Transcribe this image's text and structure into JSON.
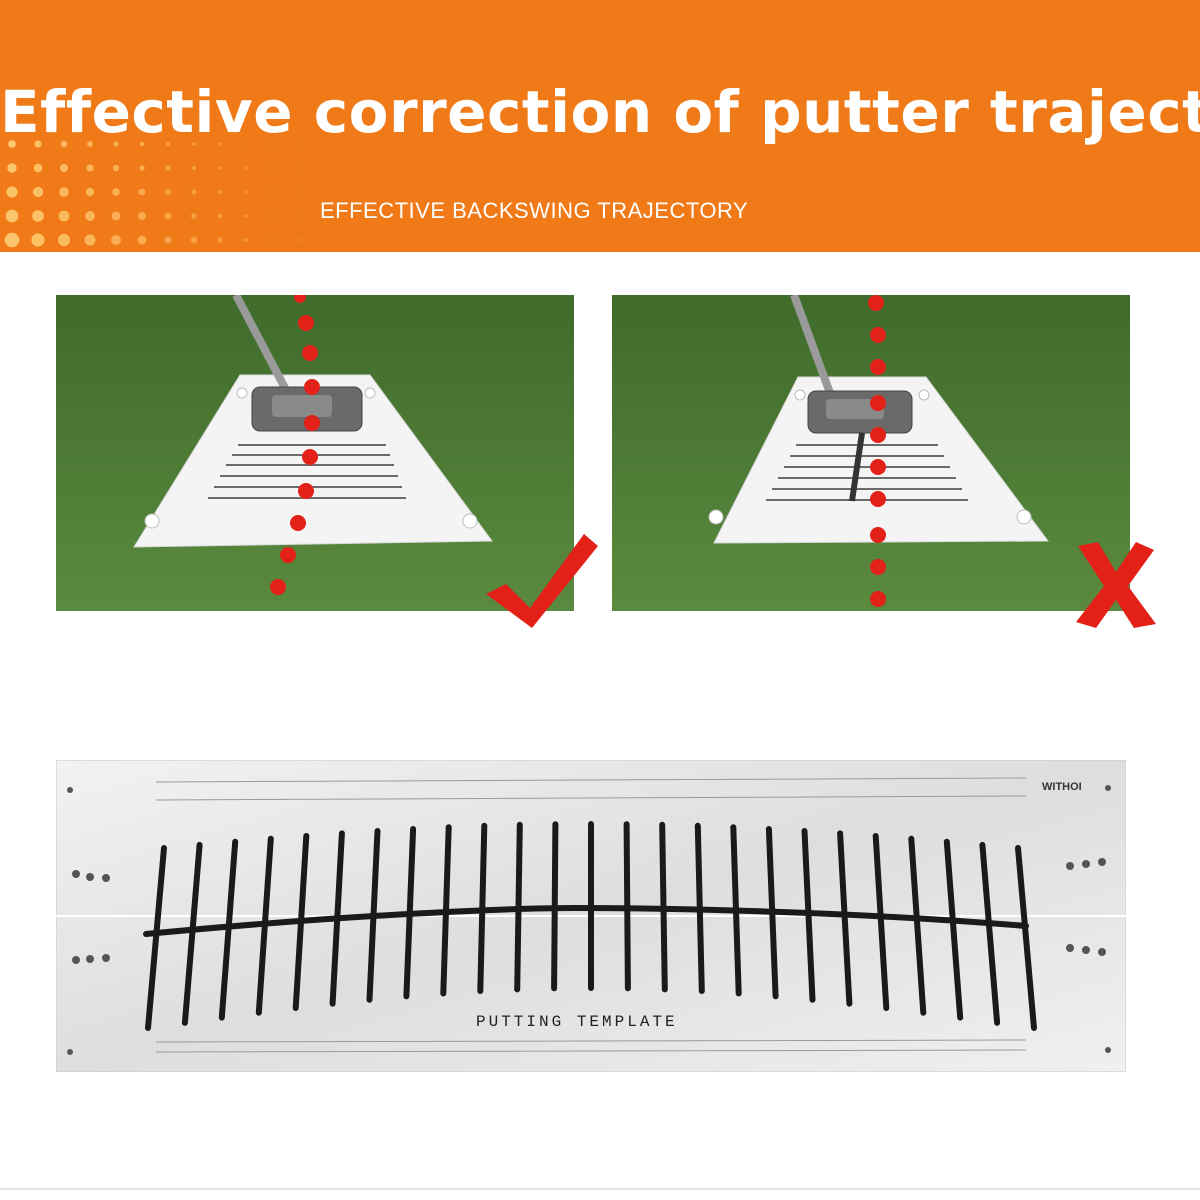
{
  "banner": {
    "title": "Effective correction of putter trajectory",
    "subtitle": "EFFECTIVE BACKSWING TRAJECTORY",
    "background_color": "#f07a18"
  },
  "examples": [
    {
      "name": "correct-example",
      "verdict": "correct",
      "mark_icon": "check-icon",
      "mark_color": "#e32119"
    },
    {
      "name": "incorrect-example",
      "verdict": "incorrect",
      "mark_icon": "cross-icon",
      "mark_color": "#e32119"
    }
  ],
  "template": {
    "label": "PUTTING TEMPLATE",
    "brand": "WITHOI"
  },
  "colors": {
    "grass": "#4d7a36",
    "trajectory_dots": "#e32119",
    "board": "#f4f4f4",
    "template": "#e8e8e8",
    "template_bars": "#1a1a1a"
  }
}
